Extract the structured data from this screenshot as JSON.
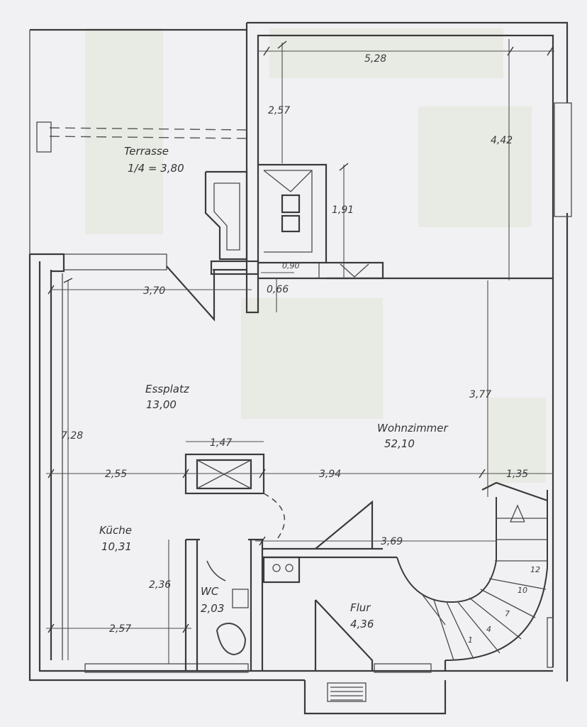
{
  "rooms": {
    "terrasse": {
      "name": "Terrasse",
      "area": "1/4 = 3,80"
    },
    "essplatz": {
      "name": "Essplatz",
      "area": "13,00"
    },
    "wohnzimmer": {
      "name": "Wohnzimmer",
      "area": "52,10"
    },
    "kueche": {
      "name": "Küche",
      "area": "10,31"
    },
    "wc": {
      "name": "WC",
      "area": "2,03"
    },
    "flur": {
      "name": "Flur",
      "area": "4,36"
    }
  },
  "dimensions": {
    "top_width": "5,28",
    "upper_left_height": "2,57",
    "right_upper_height": "4,42",
    "chimney_height": "1,91",
    "small_090": "0,90",
    "small_066": "0,66",
    "essplatz_width": "3,70",
    "left_height": "7,28",
    "window_width": "1,47",
    "left_mid_width": "2,55",
    "center_width": "3,94",
    "right_mid_height": "3,77",
    "right_small_width": "1,35",
    "flur_width": "3,69",
    "kueche_height": "2,36",
    "kueche_width": "2,57"
  },
  "stair_numbers": [
    "1",
    "4",
    "7",
    "10",
    "12"
  ]
}
